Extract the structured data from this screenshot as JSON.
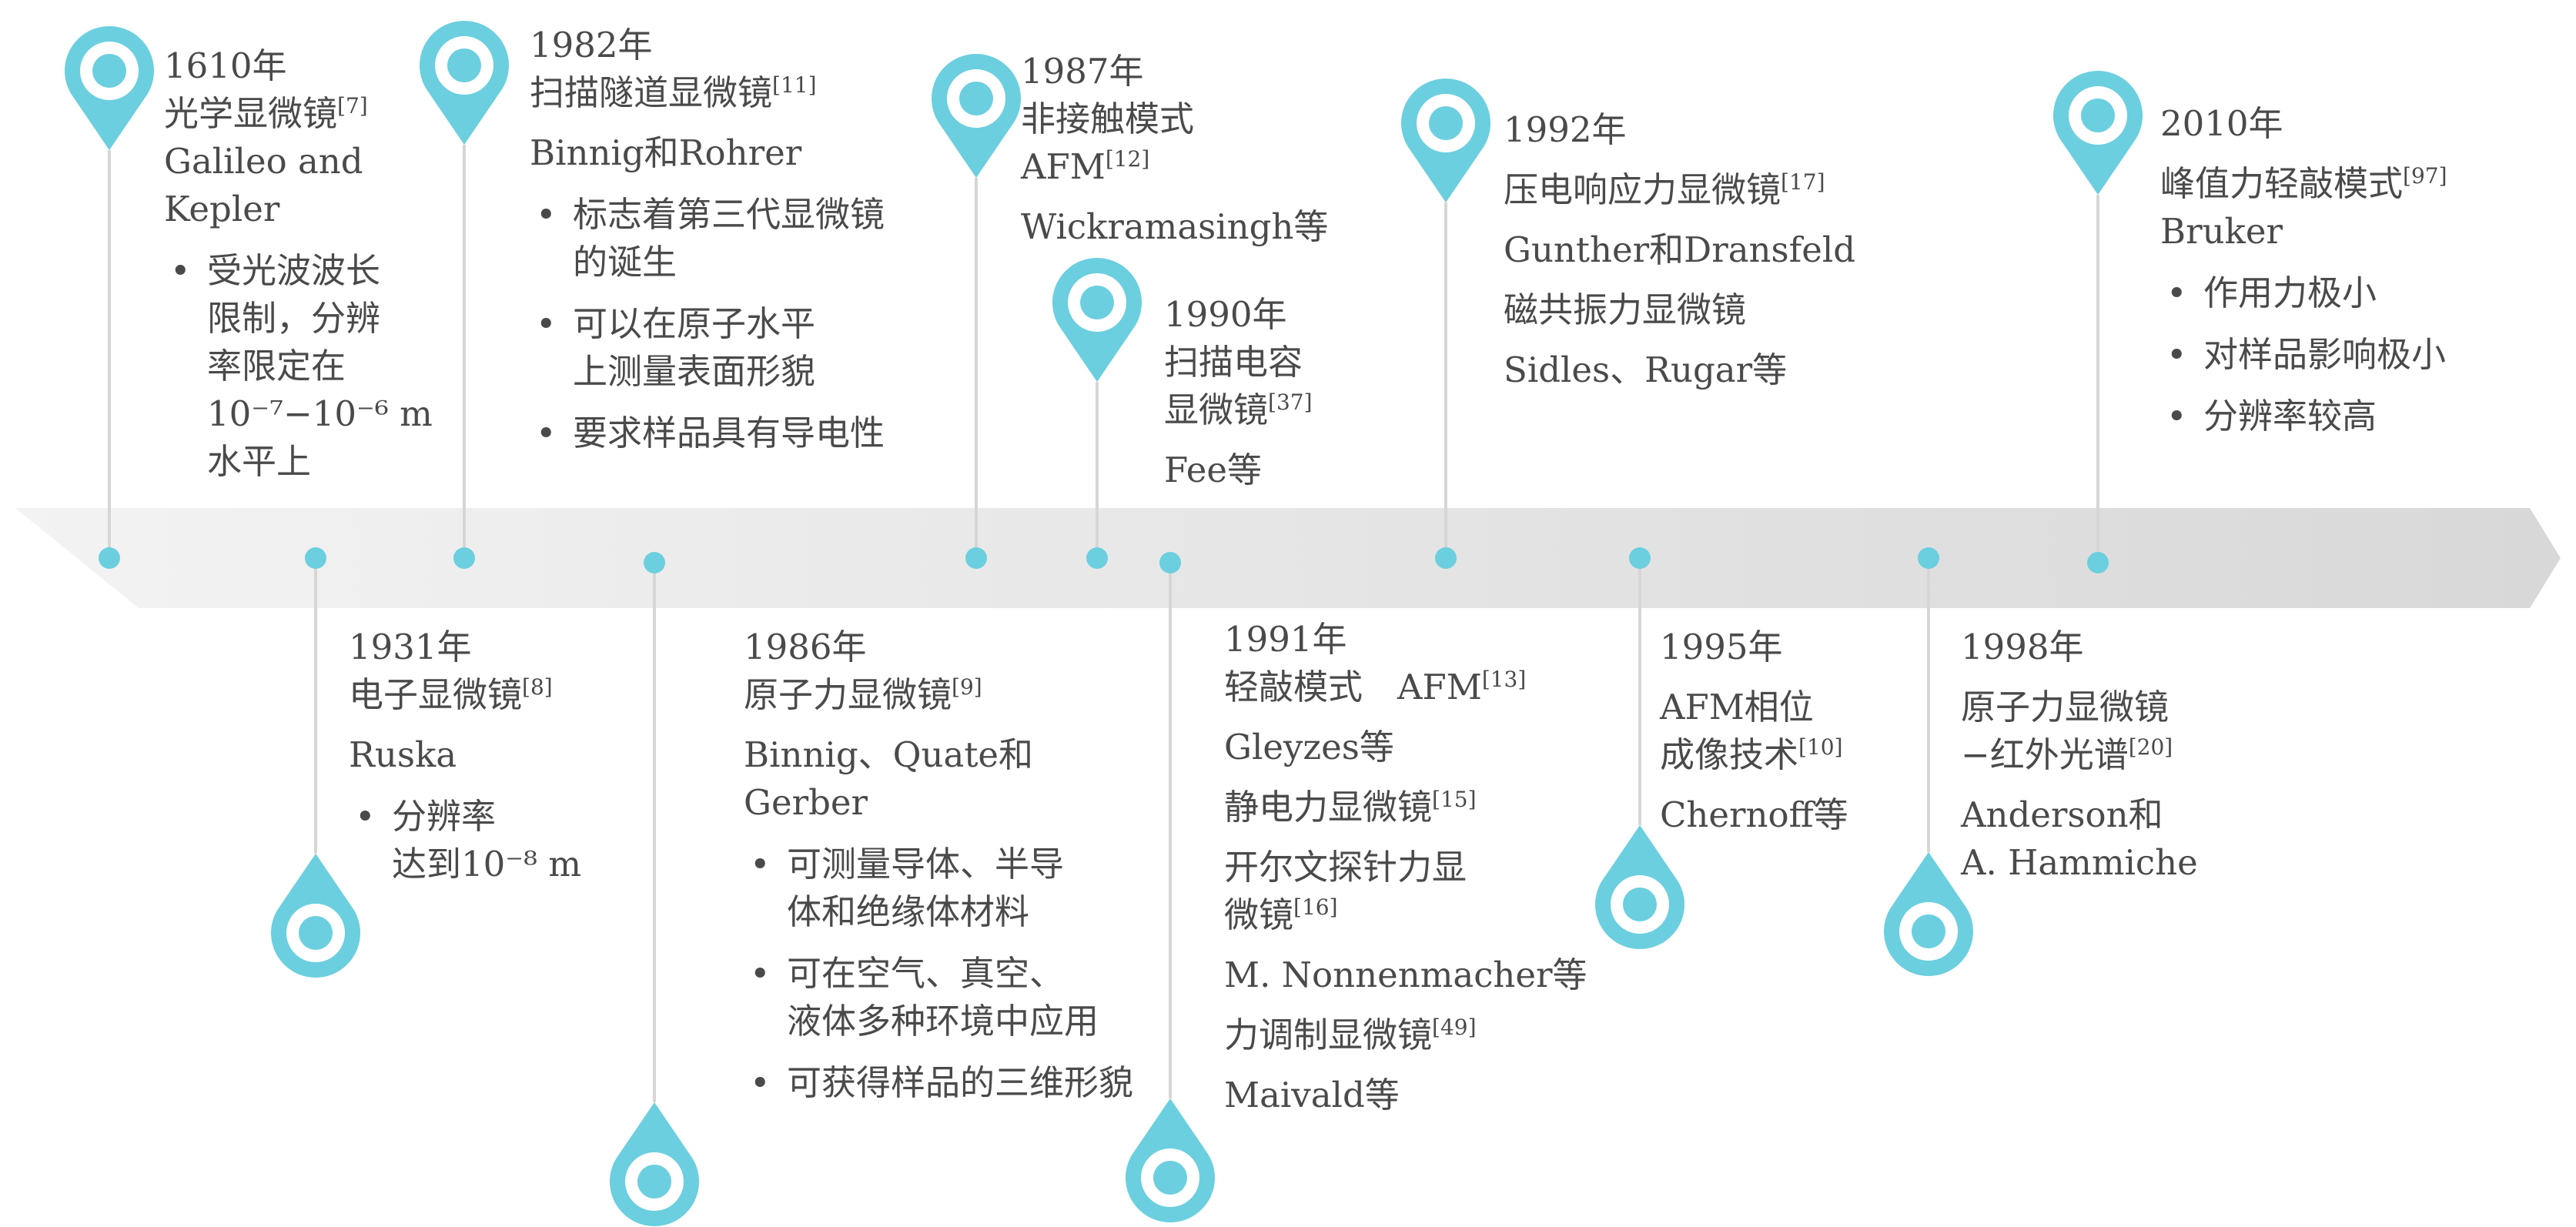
{
  "events": [
    {
      "id": "e1610",
      "year": "1610年",
      "lines": [
        {
          "t": "光学显微镜",
          "s": "[7]"
        },
        {
          "t": "Galileo and"
        },
        {
          "t": "Kepler"
        }
      ],
      "bullets": [
        [
          "受光波波长",
          "限制，分辨",
          "率限定在",
          "10⁻⁷−10⁻⁶ m",
          "水平上"
        ]
      ]
    },
    {
      "id": "e1931",
      "year": "1931年",
      "lines": [
        {
          "t": "电子显微镜",
          "s": "[8]"
        },
        {
          "t": "Ruska",
          "gap": true
        }
      ],
      "bullets": [
        [
          "分辨率",
          "达到10⁻⁸ m"
        ]
      ]
    },
    {
      "id": "e1982",
      "year": "1982年",
      "lines": [
        {
          "t": "扫描隧道显微镜",
          "s": "[11]"
        },
        {
          "t": "Binnig和Rohrer",
          "gap": true
        }
      ],
      "bullets": [
        [
          "标志着第三代显微镜",
          "的诞生"
        ],
        [
          "可以在原子水平",
          "上测量表面形貌"
        ],
        [
          "要求样品具有导电性"
        ]
      ]
    },
    {
      "id": "e1986",
      "year": "1986年",
      "lines": [
        {
          "t": "原子力显微镜",
          "s": "[9]"
        },
        {
          "t": "Binnig、Quate和",
          "gap": true
        },
        {
          "t": "Gerber"
        }
      ],
      "bullets": [
        [
          "可测量导体、半导",
          "体和绝缘体材料"
        ],
        [
          "可在空气、真空、",
          "液体多种环境中应用"
        ],
        [
          "可获得样品的三维形貌"
        ]
      ]
    },
    {
      "id": "e1987",
      "year": "1987年",
      "lines": [
        {
          "t": "非接触模式"
        },
        {
          "t": "AFM",
          "s": "[12]"
        },
        {
          "t": "Wickramasingh等",
          "gap": true
        }
      ],
      "bullets": []
    },
    {
      "id": "e1990",
      "year": "1990年",
      "lines": [
        {
          "t": "扫描电容"
        },
        {
          "t": "显微镜",
          "s": "[37]"
        },
        {
          "t": "Fee等",
          "gap": true
        }
      ],
      "bullets": []
    },
    {
      "id": "e1991",
      "year": "1991年",
      "lines": [
        {
          "t": "轻敲模式　AFM",
          "s": "[13]"
        },
        {
          "t": "Gleyzes等",
          "gap": true
        },
        {
          "t": "静电力显微镜",
          "s": "[15]",
          "gap": true
        },
        {
          "t": "开尔文探针力显",
          "gap": true
        },
        {
          "t": "微镜",
          "s": "[16]"
        },
        {
          "t": "M. Nonnenmacher等",
          "gap": true
        },
        {
          "t": "力调制显微镜",
          "s": "[49]",
          "gap": true
        },
        {
          "t": "Maivald等",
          "gap": true
        }
      ],
      "bullets": []
    },
    {
      "id": "e1992",
      "year": "1992年",
      "lines": [
        {
          "t": "压电响应力显微镜",
          "s": "[17]",
          "gap": true
        },
        {
          "t": "Gunther和Dransfeld",
          "gap": true
        },
        {
          "t": "磁共振力显微镜",
          "gap": true
        },
        {
          "t": "Sidles、Rugar等",
          "gap": true
        }
      ],
      "bullets": []
    },
    {
      "id": "e1995",
      "year": "1995年",
      "lines": [
        {
          "t": "AFM相位",
          "gap": true
        },
        {
          "t": "成像技术",
          "s": "[10]"
        },
        {
          "t": "Chernoff等",
          "gap": true
        }
      ],
      "bullets": []
    },
    {
      "id": "e1998",
      "year": "1998年",
      "lines": [
        {
          "t": "原子力显微镜",
          "gap": true
        },
        {
          "t": "−红外光谱",
          "s": "[20]"
        },
        {
          "t": "Anderson和",
          "gap": true
        },
        {
          "t": "A. Hammiche"
        }
      ],
      "bullets": []
    },
    {
      "id": "e2010",
      "year": "2010年",
      "lines": [
        {
          "t": "峰值力轻敲模式",
          "s": "[97]",
          "gap": true
        },
        {
          "t": "Bruker"
        }
      ],
      "bullets": [
        [
          "作用力极小"
        ],
        [
          "对样品影响极小"
        ],
        [
          "分辨率较高"
        ]
      ]
    }
  ],
  "colors": {
    "marker": "#6bcfdf",
    "arrow_light": "#f2f2f2",
    "arrow_dark": "#d9d9d9",
    "stem": "#d6d6d6",
    "text": "#4a4a4a"
  }
}
